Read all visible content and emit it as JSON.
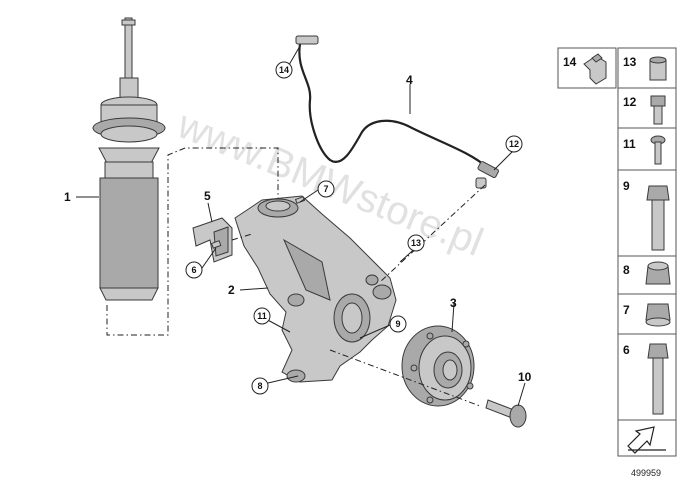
{
  "callouts": {
    "c1": "1",
    "c2": "2",
    "c3": "3",
    "c4": "4",
    "c5": "5",
    "c6": "6",
    "c7": "7",
    "c8": "8",
    "c9": "9",
    "c10": "10",
    "c11": "11",
    "c12": "12",
    "c13": "13",
    "c14": "14"
  },
  "sidebar": {
    "items": [
      {
        "label": "14"
      },
      {
        "label": "13"
      },
      {
        "label": "12"
      },
      {
        "label": "11"
      },
      {
        "label": "9"
      },
      {
        "label": "8"
      },
      {
        "label": "7"
      },
      {
        "label": "6"
      }
    ]
  },
  "watermark": "www.BMWstore.pl",
  "document_number": "499959"
}
